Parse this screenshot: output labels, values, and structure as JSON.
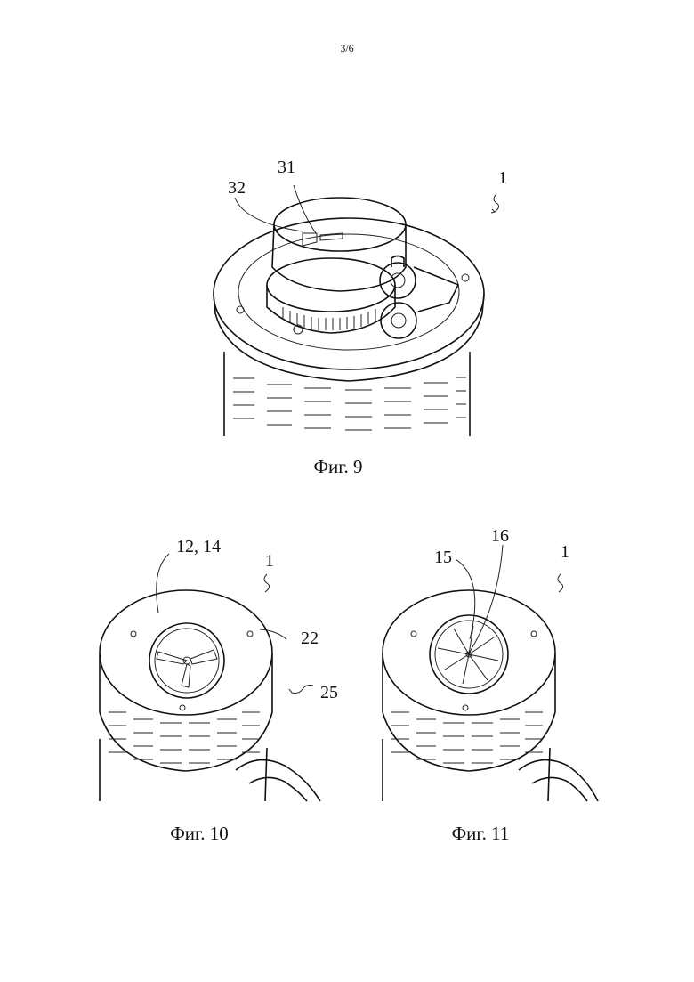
{
  "page": {
    "number": "3/6"
  },
  "figures": [
    {
      "id": "fig9",
      "caption": "Фиг. 9",
      "refs": {
        "device": "1",
        "slot": "31",
        "window": "32"
      }
    },
    {
      "id": "fig10",
      "caption": "Фиг. 10",
      "refs": {
        "device": "1",
        "cover": "12, 14",
        "top": "22",
        "base": "25"
      }
    },
    {
      "id": "fig11",
      "caption": "Фиг. 11",
      "refs": {
        "device": "1",
        "blade": "15",
        "hub": "16"
      }
    }
  ]
}
